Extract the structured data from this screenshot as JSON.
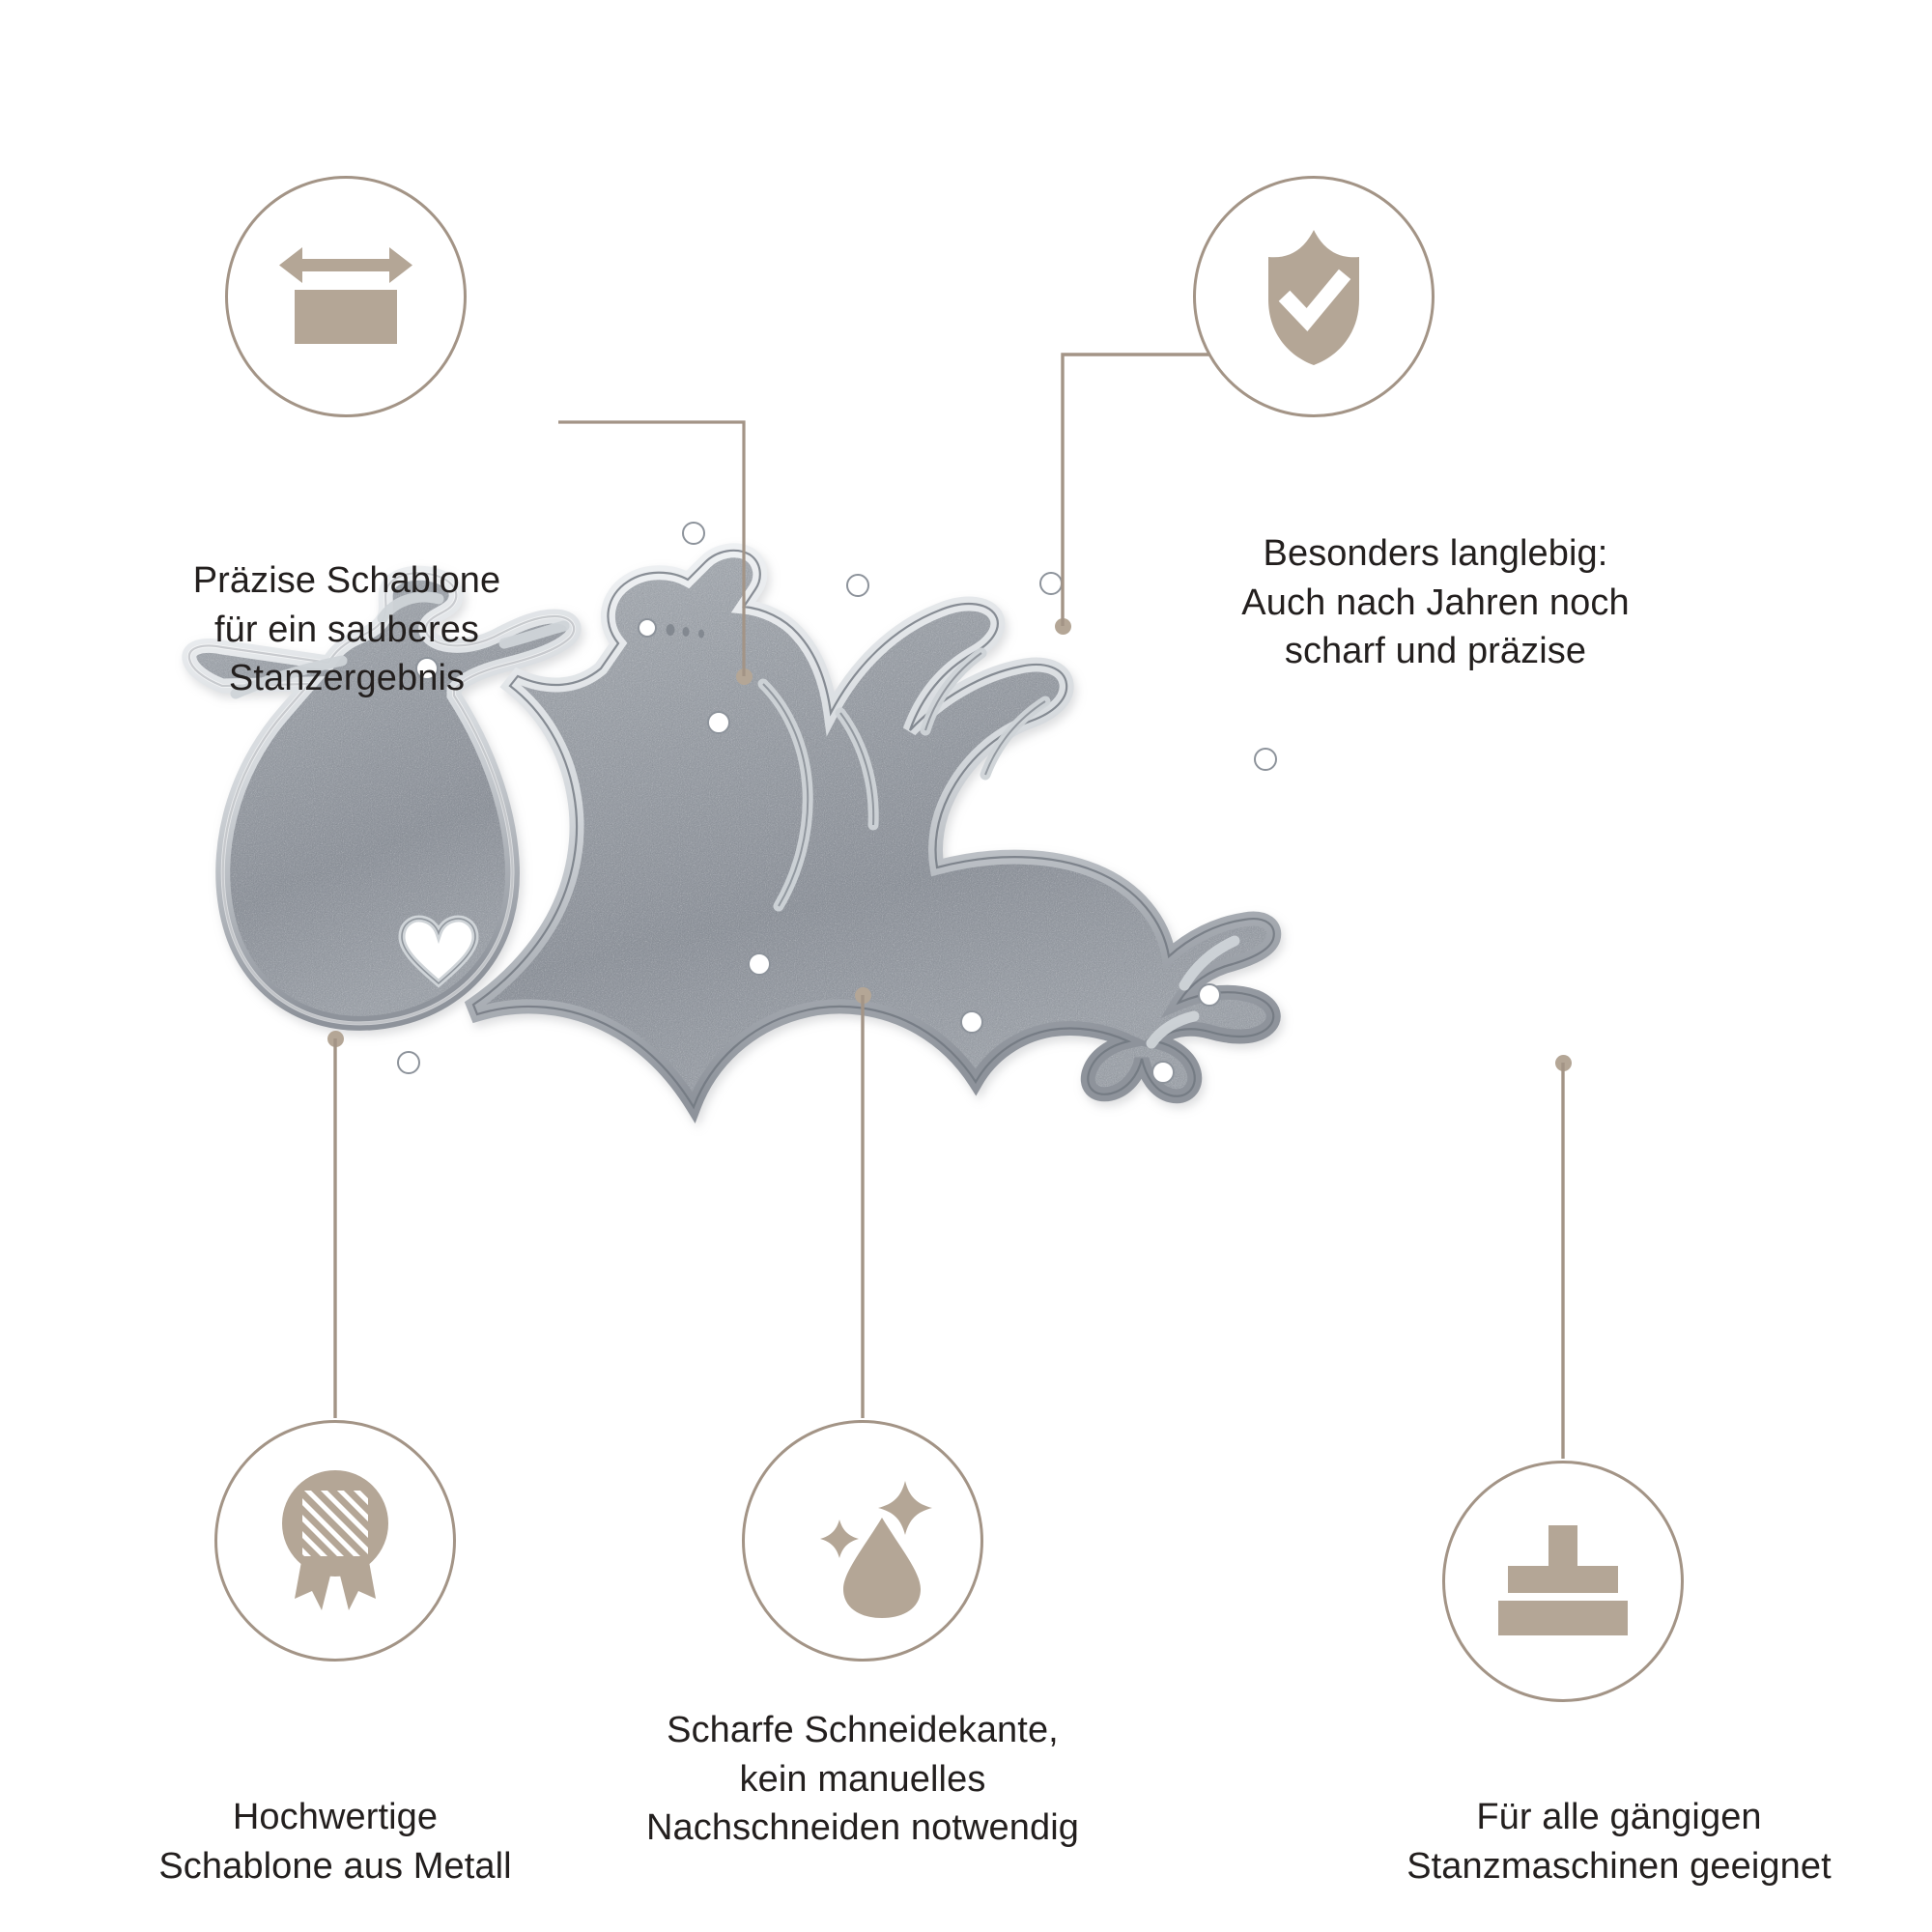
{
  "theme": {
    "accent_color": "#b4a696",
    "line_color": "#a39486",
    "text_color": "#231f1e",
    "background": "#ffffff",
    "metal_light": "#e8eaec",
    "metal_mid": "#9fa4ab",
    "metal_dark": "#7c8189"
  },
  "product": {
    "name": "Stanzschablone Storch mit Babybündel",
    "material_appearance": "silver textured metal die",
    "motif": "stork carrying baby bundle with heart cutout"
  },
  "features": [
    {
      "id": "precise-stencil",
      "icon": "width-measure-icon",
      "position": "top-left",
      "lines": [
        "Präzise Schablone",
        "für ein sauberes",
        "Stanzergebnis"
      ]
    },
    {
      "id": "long-lasting",
      "icon": "shield-check-icon",
      "position": "top-right",
      "lines": [
        "Besonders langlebig:",
        "Auch nach Jahren noch",
        "scharf und präzise"
      ]
    },
    {
      "id": "quality-metal",
      "icon": "award-badge-icon",
      "position": "bottom-left",
      "lines": [
        "Hochwertige",
        "Schablone aus Metall"
      ]
    },
    {
      "id": "sharp-edge",
      "icon": "droplet-sparkle-icon",
      "position": "bottom-center",
      "lines": [
        "Scharfe Schneidekante,",
        "kein manuelles",
        "Nachschneiden notwendig"
      ]
    },
    {
      "id": "machine-compatible",
      "icon": "stamp-press-icon",
      "position": "bottom-right",
      "lines": [
        "Für alle gängigen",
        "Stanzmaschinen geeignet"
      ]
    }
  ],
  "captions": {
    "precise_stencil": "Präzise Schablone\nfür ein sauberes\nStanzergebnis",
    "long_lasting": "Besonders langlebig:\nAuch nach Jahren noch\nscharf und präzise",
    "quality_metal": "Hochwertige\nSchablone aus Metall",
    "sharp_edge": "Scharfe Schneidekante,\nkein manuelles\nNachschneiden notwendig",
    "machine_compatible": "Für alle gängigen\nStanzmaschinen geeignet"
  }
}
